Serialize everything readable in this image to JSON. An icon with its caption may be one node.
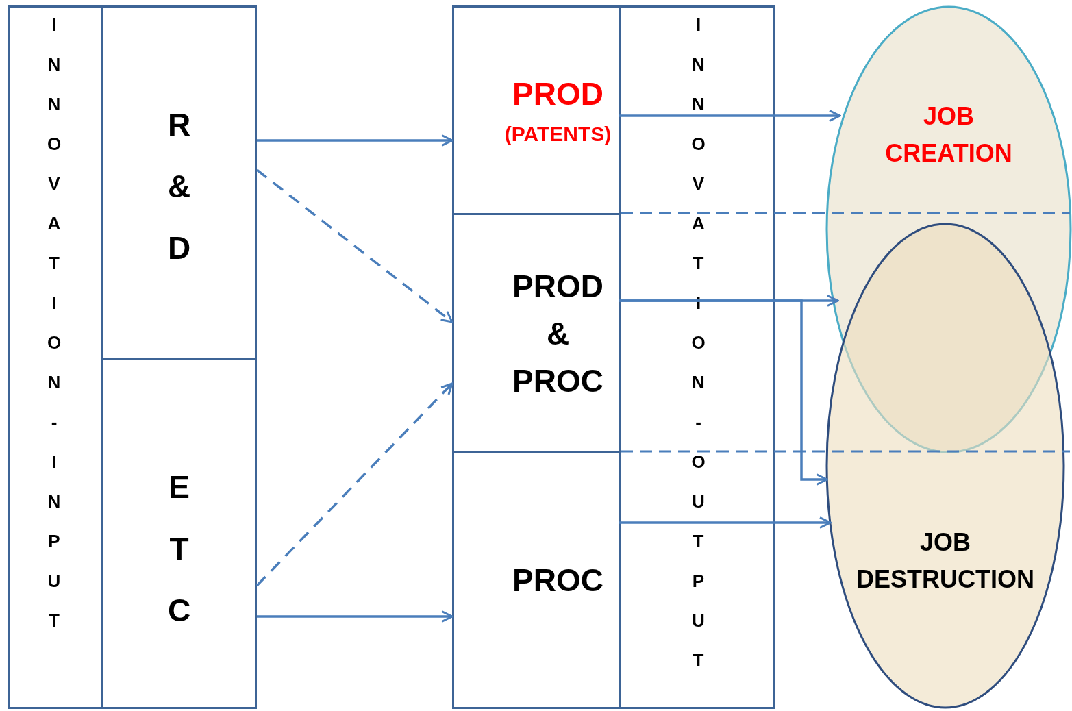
{
  "diagram": {
    "nodes": [
      {
        "text": [
          "INNOVATION-INPUT"
        ]
      },
      {
        "text": [
          "R&D"
        ],
        "in": 0
      },
      {
        "text": [
          "ETC"
        ],
        "in": 0
      },
      {
        "text": [
          "INNOVATION-OUTPUT"
        ]
      },
      {
        "text": [
          "PROD",
          "(PATENTS)"
        ],
        "in": 3
      },
      {
        "text": [
          "PROD & PROC"
        ],
        "in": 3
      },
      {
        "text": [
          "PROC"
        ],
        "in": 3
      },
      {
        "text": [
          "JOB CREATION"
        ]
      },
      {
        "text": [
          "JOB DESTRUCTION"
        ]
      }
    ],
    "edges": [
      {
        "from": 1,
        "to": 4,
        "arrow": "to"
      },
      {
        "from": 1,
        "to": 5,
        "arrow": "to",
        "style": "dashed"
      },
      {
        "from": 2,
        "to": 5,
        "arrow": "to",
        "style": "dashed"
      },
      {
        "from": 2,
        "to": 6,
        "arrow": "to"
      },
      {
        "from": 4,
        "to": 7,
        "arrow": "to"
      },
      {
        "from": 5,
        "to": 7,
        "arrow": "to"
      },
      {
        "from": 5,
        "to": 8,
        "arrow": "to"
      },
      {
        "from": 6,
        "to": 8,
        "arrow": "to"
      }
    ]
  }
}
